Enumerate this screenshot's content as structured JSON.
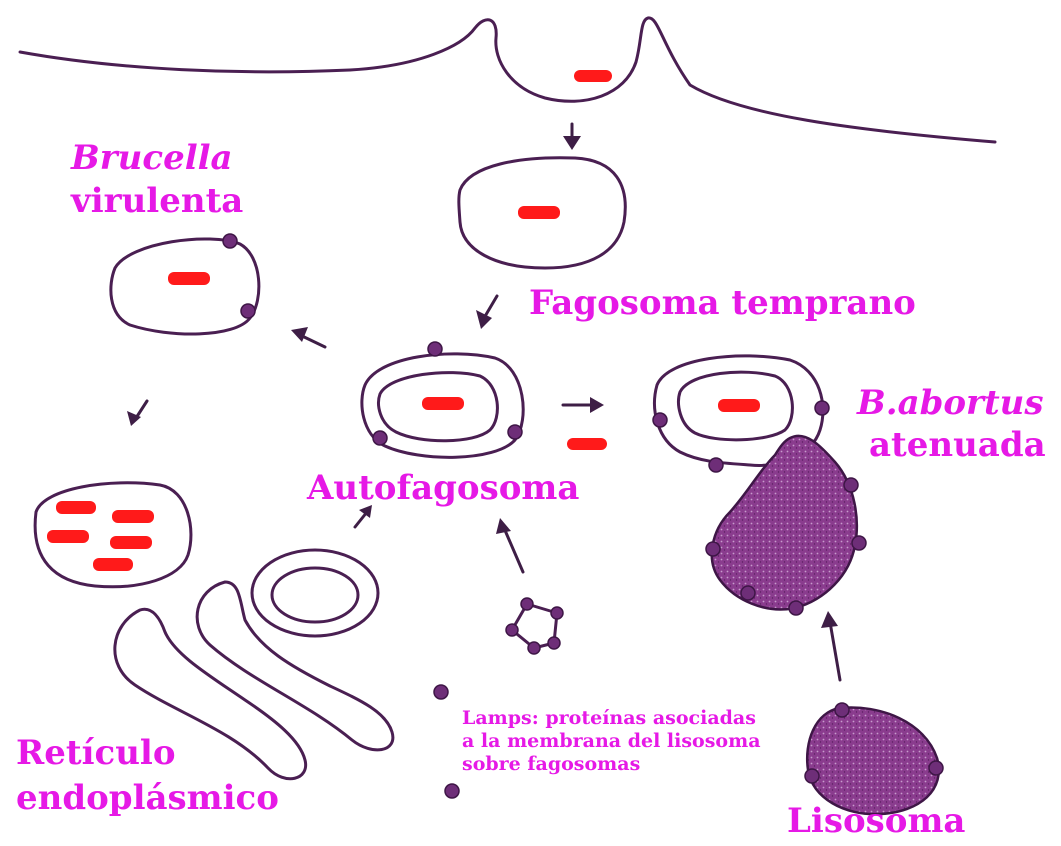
{
  "labels": {
    "brucella_virulenta_line1": "Brucella",
    "brucella_virulenta_line2": "virulenta",
    "fagosoma_temprano": "Fagosoma temprano",
    "autofagosoma": "Autofagosoma",
    "b_abortus_line1": "B.abortus",
    "b_abortus_line2": "atenuada",
    "reticulo_line1": "Retículo",
    "reticulo_line2": "endoplásmico",
    "lisosoma": "Lisosoma",
    "lamps_note_line1": "Lamps: proteínas asociadas",
    "lamps_note_line2": "a la membrana del lisosoma",
    "lamps_note_line3": "sobre fagosomas"
  },
  "colors": {
    "label_magenta": "#e619e6",
    "membrane": "#4a1f52",
    "bacterium_red": "#ff1a1a",
    "lamp_purple": "#6e2e78",
    "lysosome_fill": "#8a3c8e"
  }
}
